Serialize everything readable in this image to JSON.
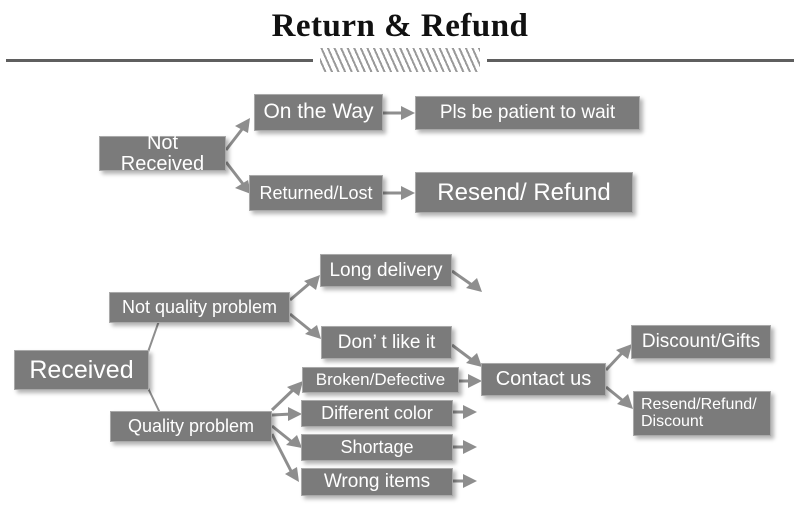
{
  "page": {
    "title": "Return & Refund",
    "background_color": "#ffffff",
    "box_fill_color": "#7b7b7b",
    "box_border_color": "#a9a9a9",
    "box_text_color": "#ffffff",
    "arrow_color": "#8e8e8e",
    "rule_color": "#5f5f5f",
    "title_color": "#111111"
  },
  "diagram": {
    "type": "flowchart",
    "branches": [
      {
        "id": "not-received",
        "root": "Not Received",
        "paths": [
          {
            "status": "On the Way",
            "action": "Pls be patient to wait"
          },
          {
            "status": "Returned/Lost",
            "action": "Resend/ Refund"
          }
        ]
      },
      {
        "id": "received",
        "root": "Received",
        "categories": [
          {
            "name": "Not quality problem",
            "reasons": [
              "Long delivery",
              "Don’ t like it"
            ]
          },
          {
            "name": "Quality problem",
            "reasons": [
              "Broken/Defective",
              "Different color",
              "Shortage",
              "Wrong items"
            ]
          }
        ],
        "next_step": "Contact us",
        "outcomes": [
          "Discount/Gifts",
          "Resend/Refund/\nDiscount"
        ]
      }
    ]
  },
  "nodes": {
    "not_received": "Not Received",
    "on_the_way": "On the Way",
    "pls_be_patient": "Pls be patient to wait",
    "returned_lost": "Returned/Lost",
    "resend_refund": "Resend/ Refund",
    "received": "Received",
    "not_quality_problem": "Not quality problem",
    "long_delivery": "Long delivery",
    "dont_like_it": "Don’ t like it",
    "quality_problem": "Quality problem",
    "broken_defective": "Broken/Defective",
    "different_color": "Different color",
    "shortage": "Shortage",
    "wrong_items": "Wrong items",
    "contact_us": "Contact us",
    "discount_gifts": "Discount/Gifts",
    "resend_refund_discount": "Resend/Refund/\nDiscount"
  }
}
